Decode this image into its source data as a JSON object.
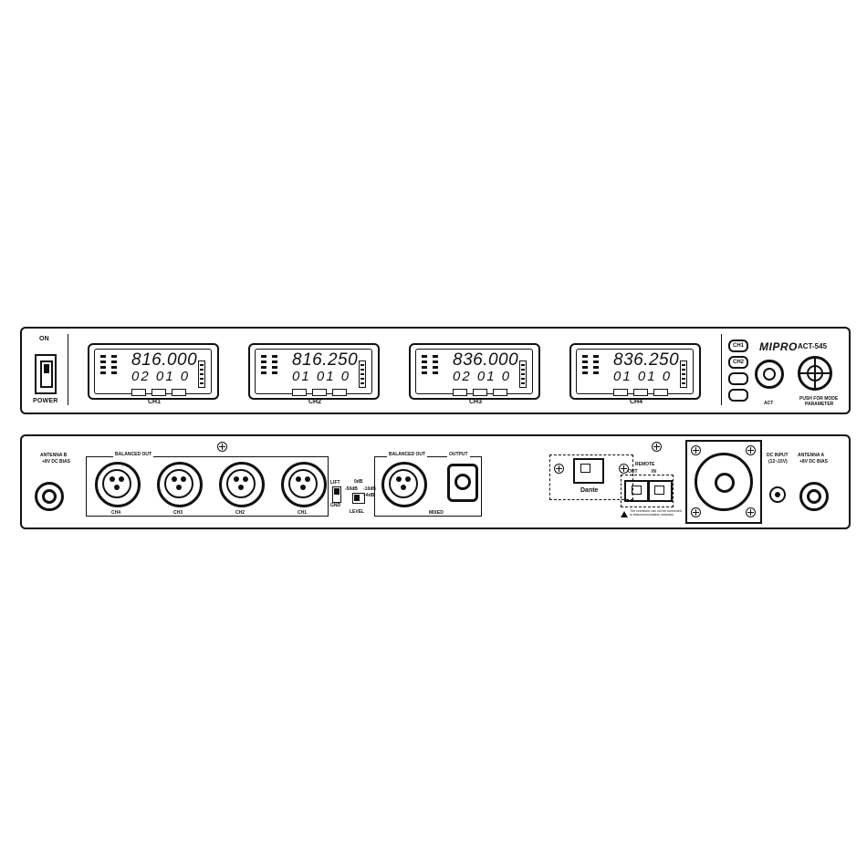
{
  "front": {
    "power": {
      "top_label": "ON",
      "bottom_label": "POWER"
    },
    "channels": [
      {
        "label": "CH1",
        "frequency": "816.000",
        "group_channel": "02 01 0"
      },
      {
        "label": "CH2",
        "frequency": "816.250",
        "group_channel": "01 01 0"
      },
      {
        "label": "CH3",
        "frequency": "836.000",
        "group_channel": "02 01 0"
      },
      {
        "label": "CH4",
        "frequency": "836.250",
        "group_channel": "01 01 0"
      }
    ],
    "controls": {
      "brand": "MIPRO",
      "model": "ACT-545",
      "ch1_button": "CH1",
      "ch2_button": "CH2",
      "act_label": "ACT",
      "jog_label_line1": "PUSH FOR MODE",
      "jog_label_line2": "PARAMETER"
    }
  },
  "rear": {
    "antenna_b": {
      "title": "ANTENNA B",
      "note": "+8V DC BIAS"
    },
    "antenna_a": {
      "title": "ANTENNA A",
      "note": "+8V DC BIAS"
    },
    "balanced_out_label": "BALANCED OUT",
    "xlr_channels": [
      "CH4",
      "CH3",
      "CH2",
      "CH1"
    ],
    "ground": {
      "lift": "LIFT",
      "gnd": "GND"
    },
    "level": {
      "title": "LEVEL",
      "opt1": "0dB",
      "opt2": "-50dB",
      "opt3": "-10dB",
      "opt4": "+4dB"
    },
    "mixed": {
      "balanced_out": "BALANCED OUT",
      "output": "OUTPUT",
      "mixed": "MIXED"
    },
    "dante": "Dante",
    "remote": {
      "title": "REMOTE",
      "out": "OUT",
      "in": "IN",
      "warning": "The connector can not be connected to telecommunication networks."
    },
    "dc_input": {
      "title": "DC INPUT",
      "range": "(12~15V)"
    }
  },
  "colors": {
    "ink": "#111111",
    "background": "#ffffff"
  },
  "icons": [
    "power-switch-icon",
    "fan-icon",
    "xlr-connector-icon",
    "antenna-connector-icon",
    "rj45-icon",
    "dc-jack-icon",
    "screw-icon",
    "warning-icon",
    "jog-dial-icon"
  ]
}
